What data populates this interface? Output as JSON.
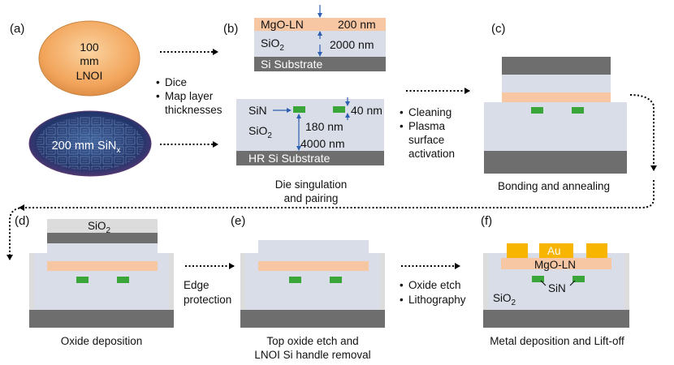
{
  "panels": {
    "a": "(a)",
    "b": "(b)",
    "c": "(c)",
    "d": "(d)",
    "e": "(e)",
    "f": "(f)"
  },
  "wafers": {
    "lnoi": {
      "line1": "100",
      "line2": "mm",
      "line3": "LNOI"
    },
    "sin": {
      "label": "200 mm SiN",
      "sub": "x"
    }
  },
  "steps": {
    "dice": [
      "Dice",
      "Map layer",
      "thicknesses"
    ],
    "clean": [
      "Cleaning",
      "Plasma",
      "surface",
      "activation"
    ],
    "edge": [
      "Edge",
      "protection"
    ],
    "oxide_etch": [
      "Oxide etch",
      "Lithography"
    ]
  },
  "layers": {
    "mgoln": "MgO-LN",
    "sio2": "SiO",
    "sio2_sub": "2",
    "si_substrate": "Si Substrate",
    "sin": "SiN",
    "hr_si_substrate": "HR Si Substrate",
    "au": "Au"
  },
  "dimensions": {
    "mgoln_thickness": "200 nm",
    "sio2_top_thickness": "2000 nm",
    "sin_thickness": "40 nm",
    "sin_depth": "180 nm",
    "sio2_bottom_thickness": "4000 nm"
  },
  "captions": {
    "b": [
      "Die singulation",
      "and pairing"
    ],
    "c": "Bonding and annealing",
    "d": "Oxide deposition",
    "e": [
      "Top oxide etch and",
      "LNOI Si handle removal"
    ],
    "f": "Metal deposition and Lift-off"
  },
  "colors": {
    "sio2": "#d9dde8",
    "si": "#6e6e6e",
    "ln": "#f7c6a3",
    "sin": "#3aa63a",
    "au": "#f7b500",
    "edge_oxide": "#dcdcdc",
    "arrow": "#000000",
    "dim": "#2e5fb0"
  }
}
